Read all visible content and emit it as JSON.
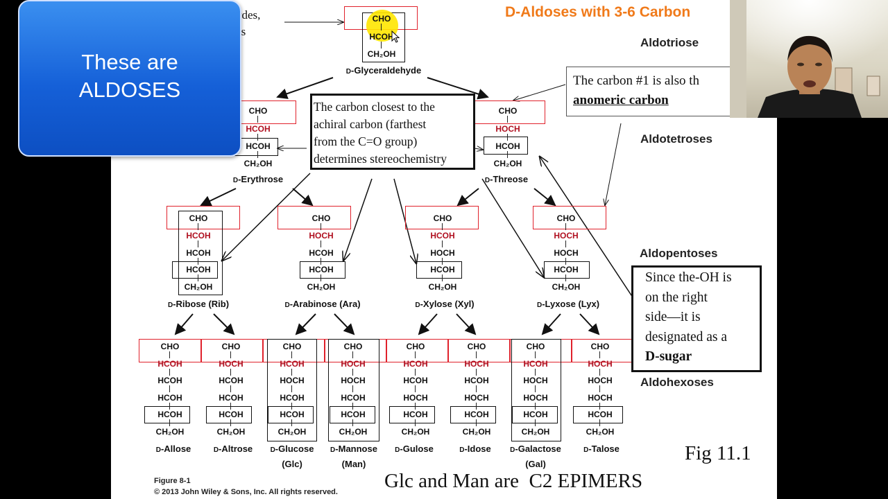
{
  "title": "D-Aldoses with 3-6 Carbon",
  "callout_blue": {
    "line1": "These are",
    "line2": "ALDOSES"
  },
  "top_text_fragment": {
    "line1": "ydes,",
    "line2": "rs"
  },
  "classes": {
    "aldotriose": "Aldotriose",
    "aldotetroses": "Aldotetroses",
    "aldopentoses": "Aldopentoses",
    "aldohexoses": "Aldohexoses"
  },
  "groups": {
    "cho": "CHO",
    "hcoh": "HCOH",
    "hoch": "HOCH",
    "ch2oh": "CH₂OH"
  },
  "sugars": {
    "glyceraldehyde": {
      "prefix": "D",
      "name": "-Glyceraldehyde"
    },
    "erythrose": {
      "prefix": "D",
      "name": "-Erythrose"
    },
    "threose": {
      "prefix": "D",
      "name": "-Threose"
    },
    "ribose": {
      "prefix": "D",
      "name": "-Ribose (Rib)"
    },
    "arabinose": {
      "prefix": "D",
      "name": "-Arabinose (Ara)"
    },
    "xylose": {
      "prefix": "D",
      "name": "-Xylose (Xyl)"
    },
    "lyxose": {
      "prefix": "D",
      "name": "-Lyxose (Lyx)"
    },
    "allose": {
      "prefix": "D",
      "name": "-Allose"
    },
    "altrose": {
      "prefix": "D",
      "name": "-Altrose"
    },
    "glucose": {
      "prefix": "D",
      "name": "-Glucose",
      "abbr": "(Glc)"
    },
    "mannose": {
      "prefix": "D",
      "name": "-Mannose",
      "abbr": "(Man)"
    },
    "gulose": {
      "prefix": "D",
      "name": "-Gulose"
    },
    "idose": {
      "prefix": "D",
      "name": "-Idose"
    },
    "galactose": {
      "prefix": "D",
      "name": "-Galactose",
      "abbr": "(Gal)"
    },
    "talose": {
      "prefix": "D",
      "name": "-Talose"
    }
  },
  "anomeric_note": {
    "line1": "The carbon #1 is also th",
    "line2": "anomeric carbon"
  },
  "stereo_note": {
    "line1": "The carbon closest to the",
    "line2": "achiral carbon (farthest",
    "line3": "from the C=O group)",
    "line4": "determines stereochemistry"
  },
  "dsugar_note": {
    "line1": "Since the-OH is",
    "line2": "on the right",
    "line3": "side—it is",
    "line4": "designated as a",
    "line5": "D-sugar"
  },
  "fig_label": "Fig 11.1",
  "epimers_note": "Glc and Man are  C2 EPIMERS",
  "figure_credit": {
    "line1": "Figure 8-1",
    "line2": "© 2013 John Wiley & Sons, Inc. All rights reserved."
  },
  "colors": {
    "accent_orange": "#f07a1a",
    "highlight_red": "#b01020",
    "callout_blue": "#1560d8",
    "cursor_yellow": "#ffe600"
  }
}
